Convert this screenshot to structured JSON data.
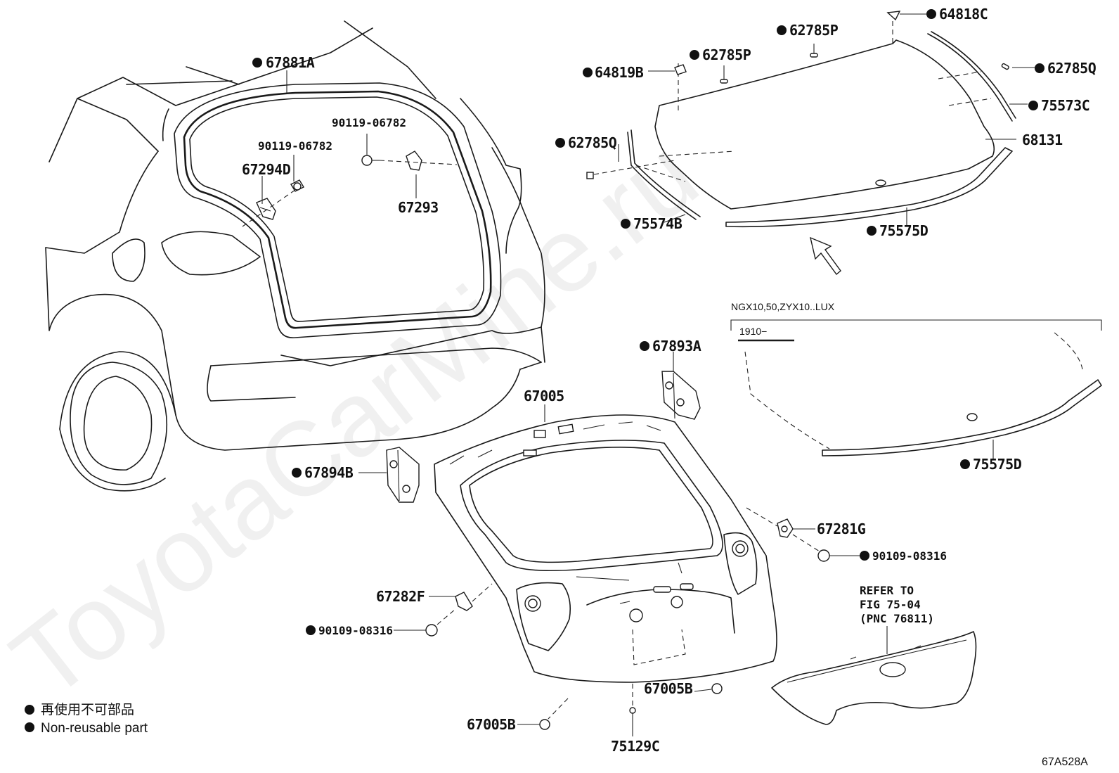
{
  "watermark": "ToyotaCarMine.ru",
  "figure_id": "67A528A",
  "legend": {
    "jp": "再使用不可部品",
    "en": "Non-reusable part"
  },
  "variant_box": {
    "model": "NGX10,50,ZYX10..LUX",
    "date": "1910−"
  },
  "refer_note": {
    "line1": "REFER TO",
    "line2": "FIG 75-04",
    "line3": "(PNC 76811)"
  },
  "labels": {
    "p67881A": "67881A",
    "p90119a": "90119-06782",
    "p90119b": "90119-06782",
    "p67294D": "67294D",
    "p67293": "67293",
    "p64818C": "64818C",
    "p62785P_a": "62785P",
    "p62785P_b": "62785P",
    "p64819B": "64819B",
    "p62785Q_a": "62785Q",
    "p62785Q_b": "62785Q",
    "p75573C": "75573C",
    "p68131": "68131",
    "p75574B": "75574B",
    "p75575D_a": "75575D",
    "p75575D_b": "75575D",
    "p67893A": "67893A",
    "p67005": "67005",
    "p67894B": "67894B",
    "p67281G": "67281G",
    "p90109_a": "90109-08316",
    "p67282F": "67282F",
    "p90109_b": "90109-08316",
    "p67005B_a": "67005B",
    "p67005B_b": "67005B",
    "p75129C": "75129C"
  }
}
